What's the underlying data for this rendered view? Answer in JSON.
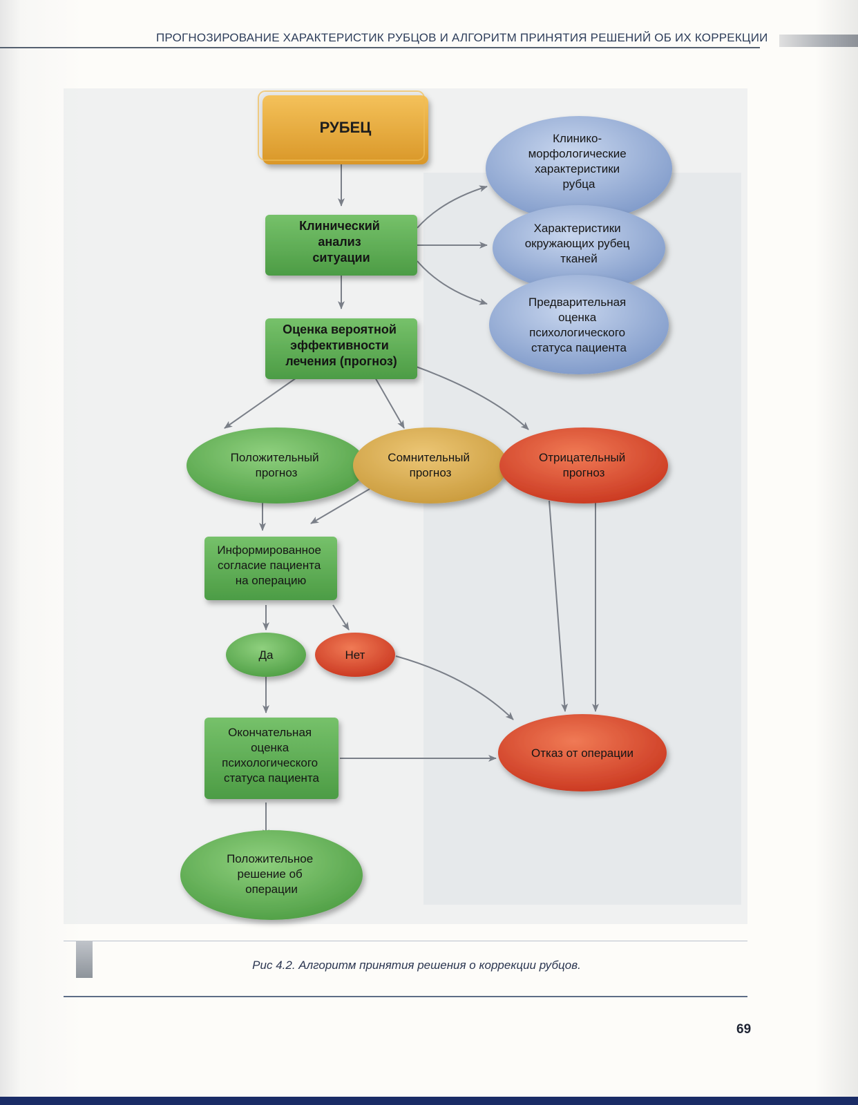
{
  "header": {
    "title": "ПРОГНОЗИРОВАНИЕ ХАРАКТЕРИСТИК РУБЦОВ И АЛГОРИТМ ПРИНЯТИЯ РЕШЕНИЙ ОБ ИХ КОРРЕКЦИИ"
  },
  "nodes": {
    "scar": [
      "РУБЕЦ"
    ],
    "clinical_analysis": [
      "Клинический",
      "анализ",
      "ситуации"
    ],
    "effectiveness": [
      "Оценка вероятной",
      "эффективности",
      "лечения (прогноз)"
    ],
    "clinico_morph": [
      "Клинико-",
      "морфологические",
      "характеристики",
      "рубца"
    ],
    "surrounding": [
      "Характеристики",
      "окружающих рубец",
      "тканей"
    ],
    "prelim_psych": [
      "Предварительная",
      "оценка",
      "психологического",
      "статуса пациента"
    ],
    "positive": [
      "Положительный",
      "прогноз"
    ],
    "doubtful": [
      "Сомнительный",
      "прогноз"
    ],
    "negative": [
      "Отрицательный",
      "прогноз"
    ],
    "consent": [
      "Информированное",
      "согласие пациента",
      "на операцию"
    ],
    "yes": [
      "Да"
    ],
    "no": [
      "Нет"
    ],
    "final_psych": [
      "Окончательная",
      "оценка",
      "психологического",
      "статуса пациента"
    ],
    "refusal": [
      "Отказ от операции"
    ],
    "positive_decision": [
      "Положительное",
      "решение об",
      "операции"
    ]
  },
  "colors": {
    "orange": "#e9a83a",
    "green": "#5cae55",
    "blue": "#8ea6d0",
    "red": "#d9442d",
    "tan": "#d5a950",
    "arrow": "#7a7f88"
  },
  "caption": "Рис 4.2. Алгоритм принятия решения о коррекции рубцов.",
  "page_number": "69"
}
